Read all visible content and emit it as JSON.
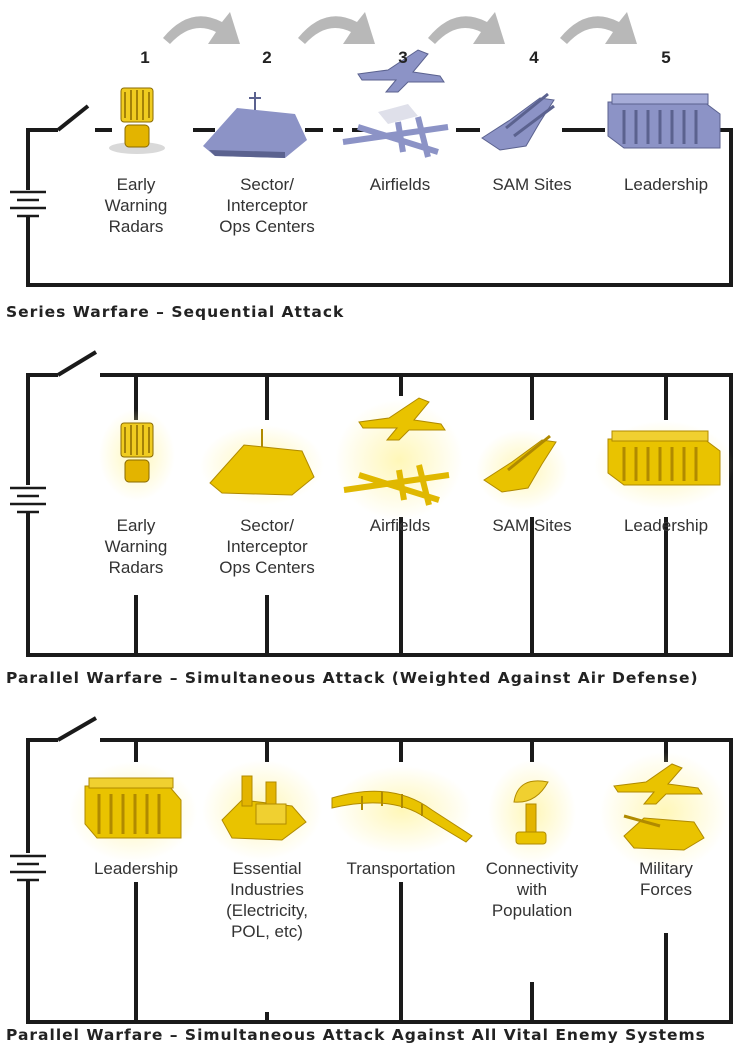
{
  "colors": {
    "wire": "#1a1a1a",
    "arrow": "#b8b8b8",
    "blue_icon": "#8c93c6",
    "blue_dark": "#5b628f",
    "gold_icon": "#e9c300",
    "gold_dark": "#b08a00",
    "glow": "#fff3a0"
  },
  "steps": [
    "1",
    "2",
    "3",
    "4",
    "5"
  ],
  "panels": [
    {
      "caption": "Series Warfare – Sequential Attack",
      "nodes": [
        {
          "label": "Early\nWarning\nRadars",
          "icon": "radar-icon"
        },
        {
          "label": "Sector/\nInterceptor\nOps Centers",
          "icon": "ops-center-icon"
        },
        {
          "label": "Airfields",
          "icon": "airfield-icon"
        },
        {
          "label": "SAM Sites",
          "icon": "sam-site-icon"
        },
        {
          "label": "Leadership",
          "icon": "leadership-icon"
        }
      ]
    },
    {
      "caption": "Parallel Warfare – Simultaneous Attack (Weighted Against Air Defense)",
      "nodes": [
        {
          "label": "Early\nWarning\nRadars",
          "icon": "radar-icon"
        },
        {
          "label": "Sector/\nInterceptor\nOps Centers",
          "icon": "ops-center-icon"
        },
        {
          "label": "Airfields",
          "icon": "airfield-icon"
        },
        {
          "label": "SAM Sites",
          "icon": "sam-site-icon"
        },
        {
          "label": "Leadership",
          "icon": "leadership-icon"
        }
      ]
    },
    {
      "caption": "Parallel Warfare – Simultaneous Attack Against All Vital Enemy Systems",
      "nodes": [
        {
          "label": "Leadership",
          "icon": "leadership-icon"
        },
        {
          "label": "Essential\nIndustries\n(Electricity,\nPOL, etc)",
          "icon": "industry-icon"
        },
        {
          "label": "Transportation",
          "icon": "transportation-icon"
        },
        {
          "label": "Connectivity\nwith\nPopulation",
          "icon": "satellite-dish-icon"
        },
        {
          "label": "Military\nForces",
          "icon": "military-forces-icon"
        }
      ]
    }
  ]
}
